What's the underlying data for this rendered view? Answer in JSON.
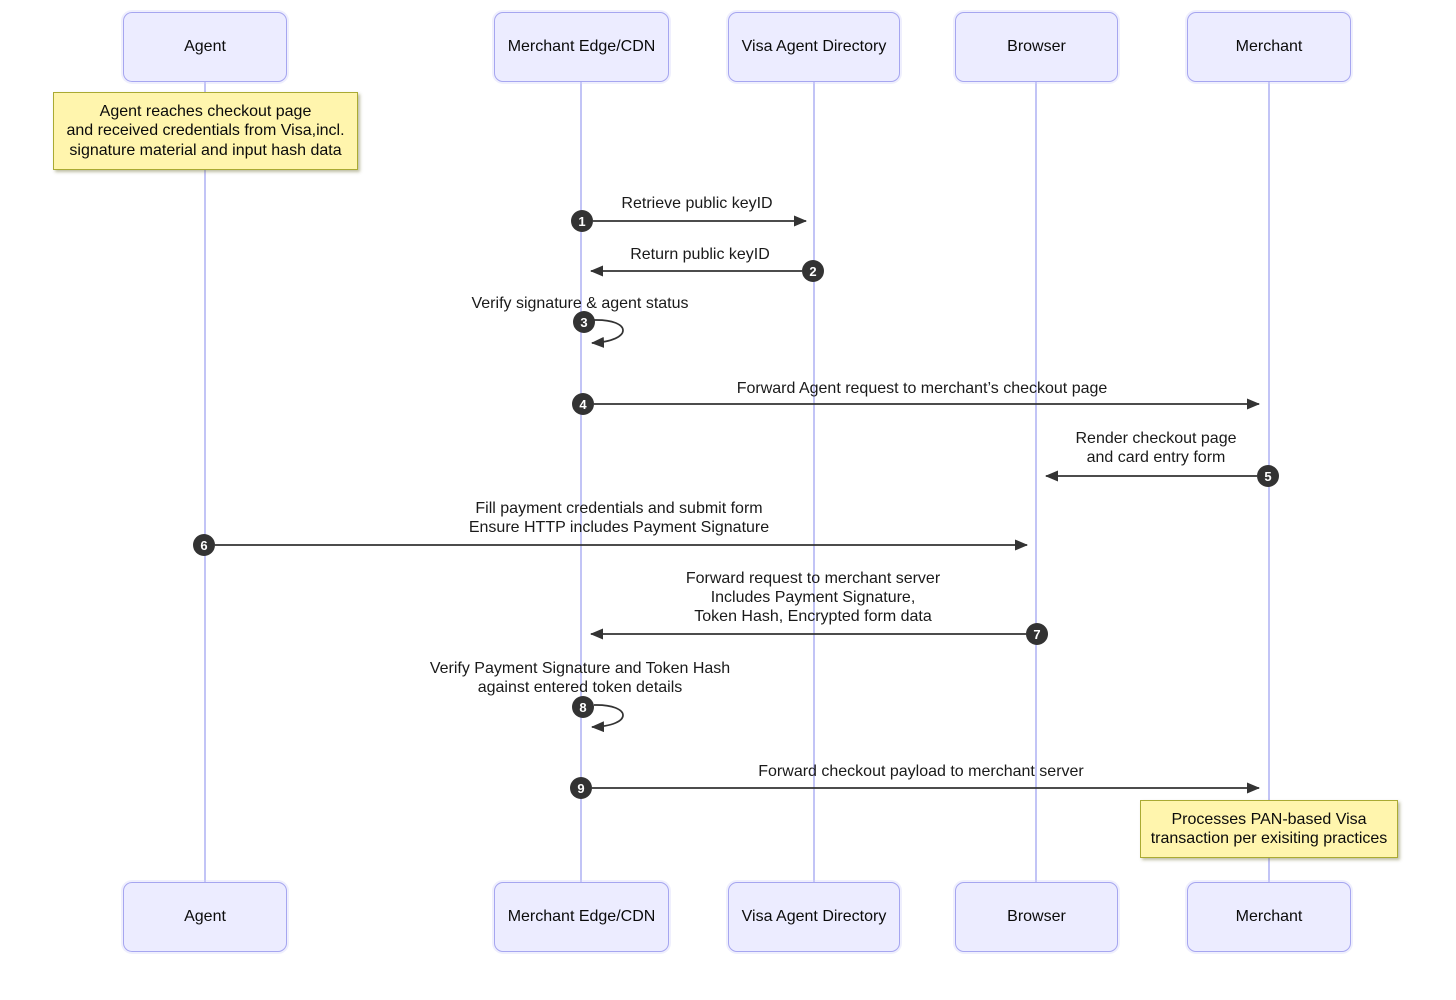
{
  "diagram": {
    "type": "sequence-diagram",
    "actors": [
      {
        "id": "agent",
        "label": "Agent"
      },
      {
        "id": "merchant-edge-cdn",
        "label": "Merchant Edge/CDN"
      },
      {
        "id": "visa-agent-directory",
        "label": "Visa Agent Directory"
      },
      {
        "id": "browser",
        "label": "Browser"
      },
      {
        "id": "merchant",
        "label": "Merchant"
      }
    ],
    "notes": [
      {
        "over": "agent",
        "text": "Agent reaches checkout page\nand received credentials from Visa,incl.\nsignature material and input hash data"
      },
      {
        "over": "merchant",
        "text": "Processes PAN-based Visa\ntransaction per exisiting practices"
      }
    ],
    "messages": [
      {
        "num": "1",
        "from": "merchant-edge-cdn",
        "to": "visa-agent-directory",
        "text": "Retrieve public keyID"
      },
      {
        "num": "2",
        "from": "visa-agent-directory",
        "to": "merchant-edge-cdn",
        "text": "Return public keyID"
      },
      {
        "num": "3",
        "from": "merchant-edge-cdn",
        "to": "merchant-edge-cdn",
        "text": "Verify signature & agent status"
      },
      {
        "num": "4",
        "from": "merchant-edge-cdn",
        "to": "merchant",
        "text": "Forward Agent request to merchant’s checkout page"
      },
      {
        "num": "5",
        "from": "merchant",
        "to": "browser",
        "text": "Render checkout page\nand card entry form"
      },
      {
        "num": "6",
        "from": "agent",
        "to": "browser",
        "text": "Fill payment credentials and submit form\nEnsure HTTP includes Payment Signature"
      },
      {
        "num": "7",
        "from": "browser",
        "to": "merchant-edge-cdn",
        "text": "Forward request to merchant server\nIncludes Payment Signature,\nToken Hash, Encrypted form data"
      },
      {
        "num": "8",
        "from": "merchant-edge-cdn",
        "to": "merchant-edge-cdn",
        "text": "Verify Payment Signature and Token Hash\nagainst entered token details"
      },
      {
        "num": "9",
        "from": "merchant-edge-cdn",
        "to": "merchant",
        "text": "Forward checkout payload to merchant server"
      }
    ],
    "colors": {
      "actor_fill": "#ECECFF",
      "actor_border": "#a6a6f0",
      "lifeline": "#a9aaf2",
      "note_fill": "#fff5ad",
      "note_border": "#aaaa33",
      "arrow": "#333333",
      "badge_fill": "#333333",
      "badge_text": "#ffffff",
      "background": "#ffffff"
    }
  }
}
